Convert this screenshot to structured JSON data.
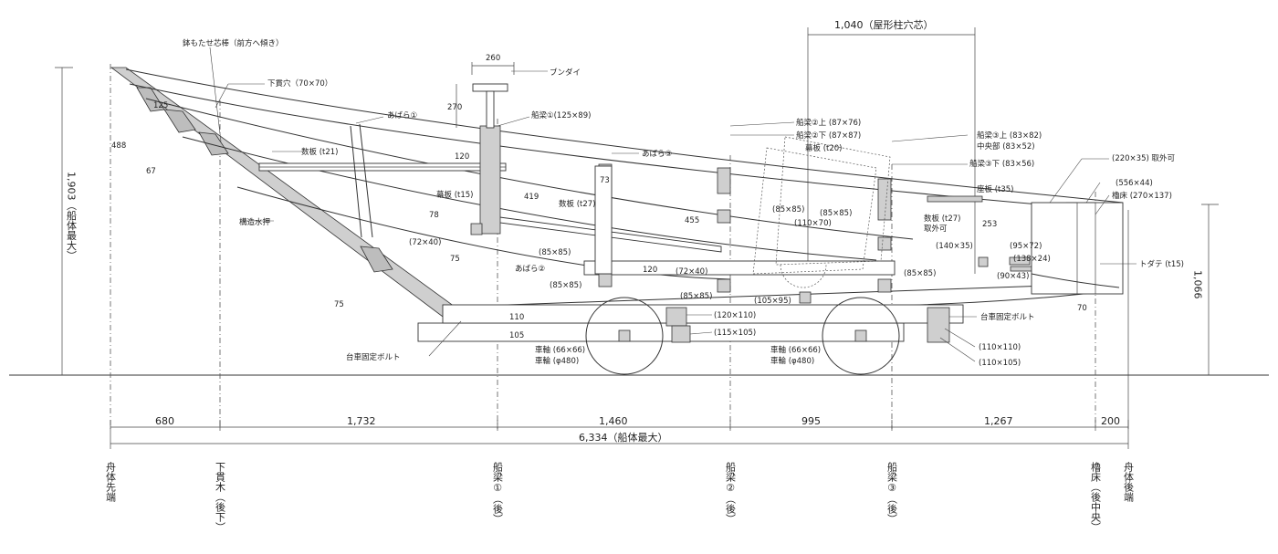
{
  "labels": {
    "kai_sentan": "舟体先端",
    "kai_kohatan": "舟体後端",
    "shitanukigi": "下貫木（後下）",
    "funabari1": "船梁①（後）",
    "funabari2": "船梁②（後）",
    "funabari3": "船梁③（後）",
    "rodoko": "櫓床（後中央）",
    "top_dim": "1,040（屋形柱穴芯）",
    "total_len": "6,334（船体最大）",
    "height_max": "1,903（船体最大）",
    "height_right": "1,066",
    "seg1": "680",
    "seg2": "1,732",
    "seg3": "1,460",
    "seg4": "995",
    "seg5": "1,267",
    "seg6": "200",
    "kugi": "鉢もたせ芯棒（前方へ傾き）",
    "shitanuki_ana": "下貫穴（70×70）",
    "bundai": "ブンダイ",
    "bundai_w": "260",
    "bundai_h": "270",
    "funabari1_sz": "船梁①(125×89)",
    "abara1": "あばら①",
    "abara2": "あばら②",
    "abara3": "あばら③",
    "kazuita_t21": "数板 (t21)",
    "kazuita_t27": "数板 (t27)",
    "makuita_t15": "幕板 (t15)",
    "makuita_t20": "幕板 (t20)",
    "kouzou_mizuoshi": "構造水押",
    "sz_72x40": "(72×40)",
    "sz_85a": "(85×85)",
    "sz_85b": "(85×85)",
    "sz_85c": "(85×85)",
    "sz_85d": "(85×85)",
    "sz_85e": "(85×85)",
    "sz_85f": "(85×85)",
    "sz_72x40b": "(72×40)",
    "sz_110x70": "(110×70)",
    "sz_105x95": "(105×95)",
    "sz_120x110": "(120×110)",
    "sz_115x105": "(115×105)",
    "sz_110x110": "(110×110)",
    "sz_110x105": "(110×105)",
    "sz_140x35": "(140×35)",
    "sz_95x72": "(95×72)",
    "sz_138x24": "(138×24)",
    "sz_90x43": "(90×43)",
    "sz_556x44": "(556×44)",
    "sz_220x35": "(220×35) 取外可",
    "rodoko_sz": "櫓床 (270×137)",
    "todate": "トダテ (t15)",
    "zaita": "座板 (t35)",
    "kazuita_t27b": "数板 (t27)",
    "torihazushi": "取外可",
    "fb2_top": "船梁②上 (87×76)",
    "fb2_bot": "船梁②下 (87×87)",
    "fb3_top": "船梁③上 (83×82)",
    "fb3_mid": "中央部 (83×52)",
    "fb3_bot": "船梁③下 (83×56)",
    "daisha_bolt1": "台車固定ボルト",
    "daisha_bolt2": "台車固定ボルト",
    "shajiku1": "車軸 (66×66)",
    "sharin1": "車輪 (φ480)",
    "shajiku2": "車軸 (66×66)",
    "sharin2": "車輪 (φ480)",
    "d125": "125",
    "d488": "488",
    "d67": "67",
    "d75a": "75",
    "d75b": "75",
    "d120": "120",
    "d419": "419",
    "d73": "73",
    "d78": "78",
    "d455": "455",
    "d120b": "120",
    "d110": "110",
    "d105": "105",
    "d253": "253",
    "d70": "70"
  }
}
